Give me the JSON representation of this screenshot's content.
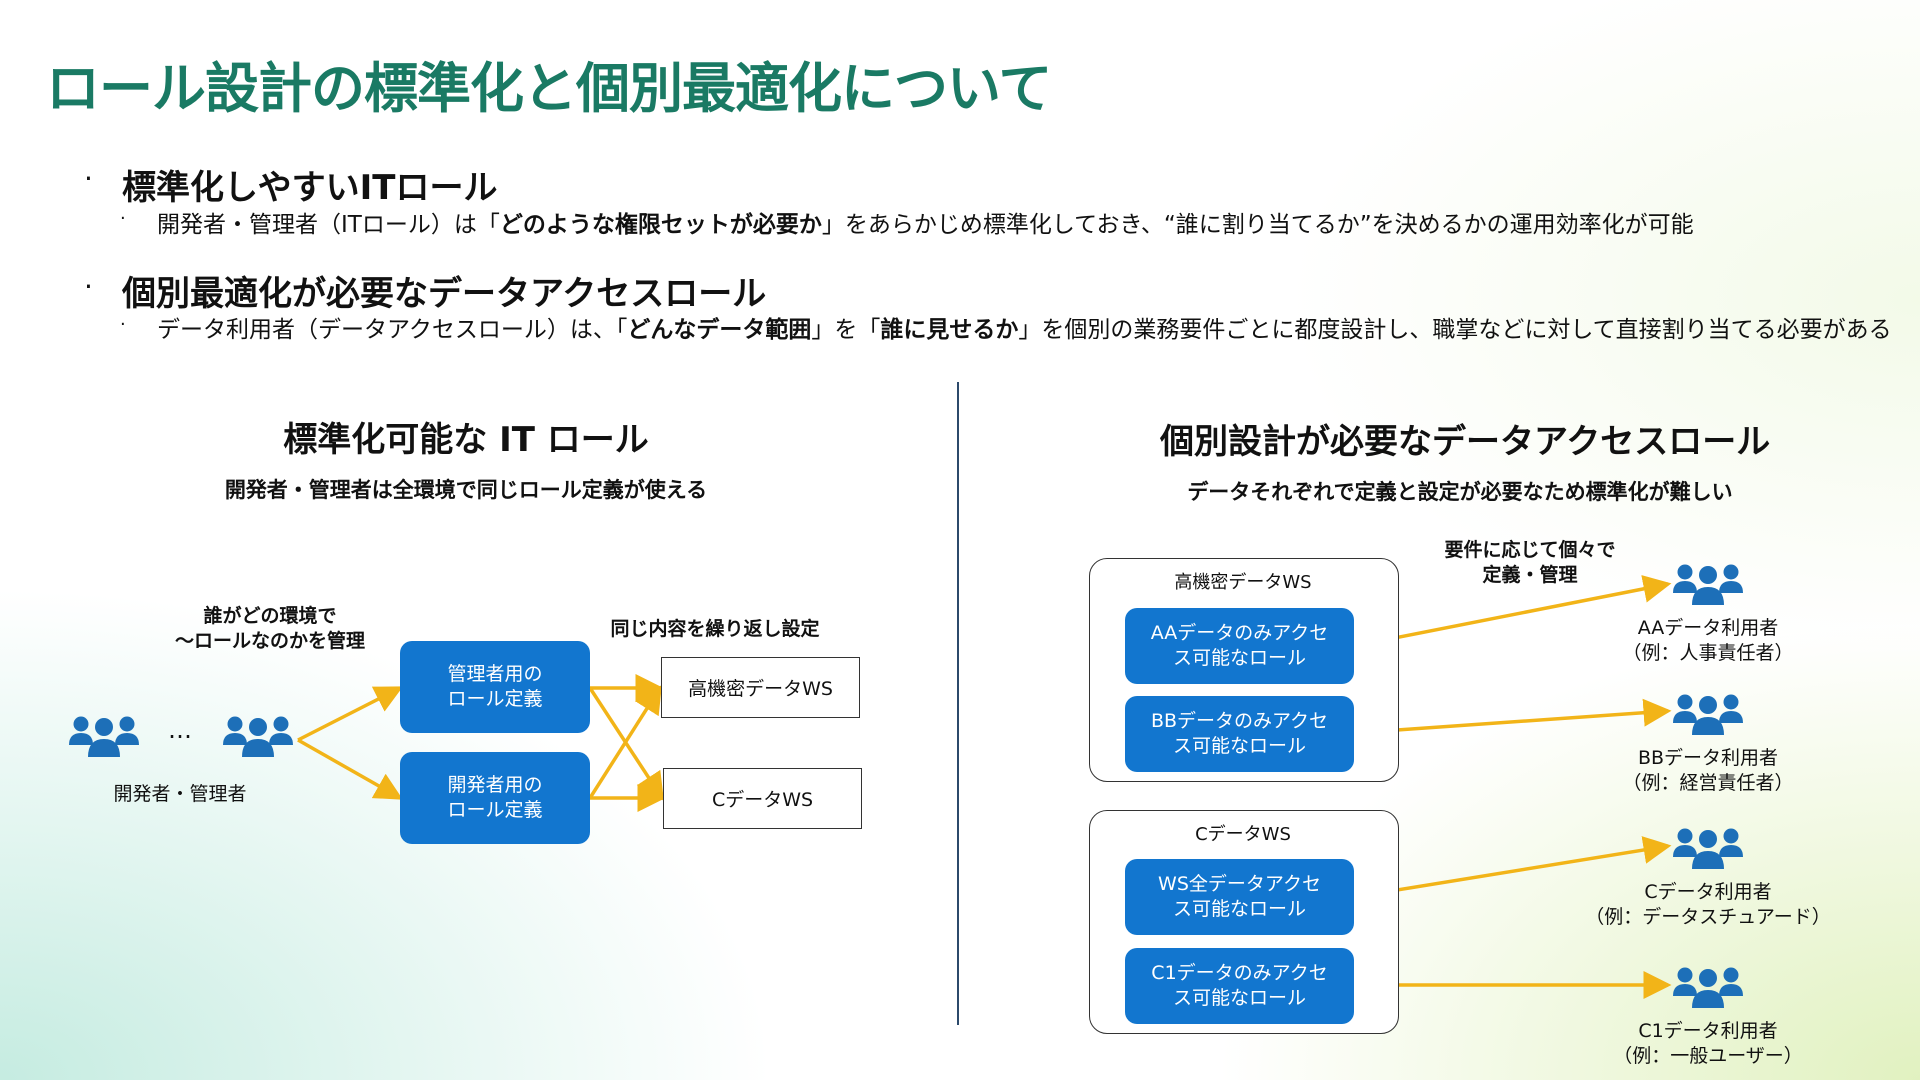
{
  "title": "ロール設計の標準化と個別最適化について",
  "bullets": [
    {
      "heading": "標準化しやすいITロール",
      "detail": {
        "pre": "開発者・管理者（ITロール）は「",
        "bold": "どのような権限セットが必要か",
        "post": "」をあらかじめ標準化しておき、“誰に割り当てるか”を決めるかの運用効率化が可能"
      }
    },
    {
      "heading": "個別最適化が必要なデータアクセスロール",
      "detail": {
        "pre": "データ利用者（データアクセスロール）は、「",
        "bold1": "どんなデータ範囲",
        "mid": "」を「",
        "bold2": "誰に見せるか",
        "post": "」を個別の業務要件ごとに都度設計し、職掌などに対して直接割り当てる必要がある"
      }
    }
  ],
  "left": {
    "title": "標準化可能な IT ロール",
    "subtitle": "開発者・管理者は全環境で同じロール定義が使える",
    "manage_note": [
      "誰がどの環境で",
      "〜ロールなのかを管理"
    ],
    "ellipsis": "…",
    "users_label": "開発者・管理者",
    "repeat_note": "同じ内容を繰り返し設定",
    "roles": [
      [
        "管理者用の",
        "ロール定義"
      ],
      [
        "開発者用の",
        "ロール定義"
      ]
    ],
    "workspaces": [
      "高機密データWS",
      "CデータWS"
    ]
  },
  "right": {
    "title": "個別設計が必要なデータアクセスロール",
    "subtitle": "データそれぞれで定義と設定が必要なため標準化が難しい",
    "note": [
      "要件に応じて個々で",
      "定義・管理"
    ],
    "containers": [
      {
        "name": "高機密データWS",
        "roles": [
          [
            "AAデータのみアクセ",
            "ス可能なロール"
          ],
          [
            "BBデータのみアクセ",
            "ス可能なロール"
          ]
        ]
      },
      {
        "name": "CデータWS",
        "roles": [
          [
            "WS全データアクセ",
            "ス可能なロール"
          ],
          [
            "C1データのみアクセ",
            "ス可能なロール"
          ]
        ]
      }
    ],
    "users": [
      [
        "AAデータ利用者",
        "（例：人事責任者）"
      ],
      [
        "BBデータ利用者",
        "（例：経営責任者）"
      ],
      [
        "Cデータ利用者",
        "（例：データスチュアード）"
      ],
      [
        "C1データ利用者",
        "（例：一般ユーザー）"
      ]
    ]
  },
  "colors": {
    "title": "#1a7a64",
    "role_box": "#1276cf",
    "arrow": "#f2b418",
    "people_icon": "#1d6fb8",
    "divider": "#2c4a6b"
  },
  "icons": {
    "bullet": "bullet-dot-icon",
    "people": "people-group-icon",
    "arrow": "arrow-right-icon"
  }
}
